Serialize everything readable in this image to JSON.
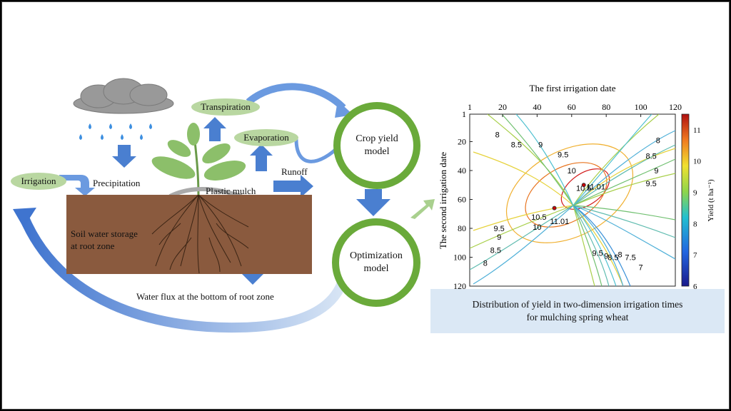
{
  "diagram": {
    "labels": {
      "irrigation": "Irrigation",
      "precipitation": "Precipitation",
      "transpiration": "Transpiration",
      "evaporation": "Evaporation",
      "runoff": "Runoff",
      "plastic_mulch": "Plastic mulch",
      "soil_storage_line1": "Soil water storage",
      "soil_storage_line2": "at root zone",
      "water_flux": "Water flux at the bottom of root zone"
    },
    "models": {
      "crop_line1": "Crop yield",
      "crop_line2": "model",
      "opt_line1": "Optimization",
      "opt_line2": "model"
    },
    "colors": {
      "label_ellipse": "#b9d7a1",
      "model_ring": "#6aaa3a",
      "soil": "#8a5a3e",
      "arrow_blue": "#4a7fd0",
      "caption_bg": "#dbe8f5"
    }
  },
  "chart_data": {
    "type": "contour",
    "title": "The first irrigation date",
    "ylabel": "The second irrigation date",
    "colorbar_label": "Yield (t ha⁻¹)",
    "x_ticks": [
      1,
      20,
      40,
      60,
      80,
      100,
      120
    ],
    "y_ticks": [
      1,
      20,
      40,
      60,
      80,
      100,
      120
    ],
    "xlim": [
      1,
      120
    ],
    "ylim": [
      1,
      120
    ],
    "y_axis_inverted": true,
    "x_axis_position": "top",
    "colorbar_ticks": [
      6,
      7,
      8,
      9,
      10,
      11
    ],
    "colorbar_range": [
      6,
      11.5
    ],
    "peaks": [
      {
        "x": 67,
        "y": 50,
        "value": 11.01
      },
      {
        "x": 50,
        "y": 66,
        "value": 11.01
      }
    ],
    "contour_labels": [
      {
        "text": "8",
        "x": 17,
        "y": 15
      },
      {
        "text": "8.5",
        "x": 28,
        "y": 22
      },
      {
        "text": "9",
        "x": 42,
        "y": 22
      },
      {
        "text": "9.5",
        "x": 55,
        "y": 29
      },
      {
        "text": "10",
        "x": 60,
        "y": 40
      },
      {
        "text": "10.5",
        "x": 67,
        "y": 52
      },
      {
        "text": "11.01",
        "x": 74,
        "y": 51
      },
      {
        "text": "8",
        "x": 110,
        "y": 19
      },
      {
        "text": "8.5",
        "x": 106,
        "y": 30
      },
      {
        "text": "9",
        "x": 109,
        "y": 40
      },
      {
        "text": "9.5",
        "x": 106,
        "y": 49
      },
      {
        "text": "10.5",
        "x": 41,
        "y": 72
      },
      {
        "text": "10",
        "x": 40,
        "y": 79
      },
      {
        "text": "11.01",
        "x": 53,
        "y": 75
      },
      {
        "text": "9.5",
        "x": 18,
        "y": 80
      },
      {
        "text": "9",
        "x": 18,
        "y": 86
      },
      {
        "text": "8.5",
        "x": 16,
        "y": 95
      },
      {
        "text": "8",
        "x": 10,
        "y": 104
      },
      {
        "text": "9.5",
        "x": 75,
        "y": 97
      },
      {
        "text": "9",
        "x": 80,
        "y": 99
      },
      {
        "text": "8.5",
        "x": 84,
        "y": 100
      },
      {
        "text": "8",
        "x": 88,
        "y": 98
      },
      {
        "text": "7.5",
        "x": 94,
        "y": 100
      },
      {
        "text": "7",
        "x": 100,
        "y": 107
      }
    ],
    "caption_line1": "Distribution of yield in two-dimension irrigation times",
    "caption_line2": "for mulching spring wheat"
  }
}
